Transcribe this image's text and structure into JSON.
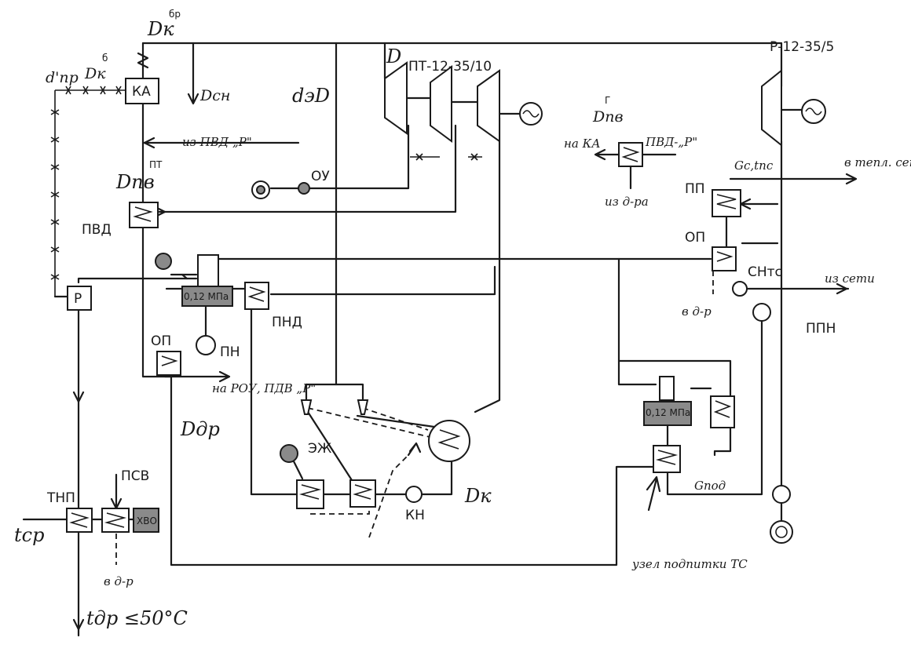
{
  "turbines": {
    "pt": "ПТ-12-35/10",
    "r": "Р-12-35/5"
  },
  "flows": {
    "d_k_br": "Dк",
    "d_k_br_sup": "бр",
    "d_pr": "d'пр",
    "d_k_b": "Dк",
    "d_k_b_sup": "б",
    "d_sn": "Dсн",
    "d_e": "dэD",
    "d_main": "D",
    "d_pv_pt": "Dпв",
    "d_pv_pt_sup": "ПТ",
    "d_pv_r": "Dпв",
    "d_pv_r_sup": "Г",
    "d_dr": "Dдр",
    "d_k": "Dк",
    "g_s": "Gс,tпс",
    "g_pod": "Gпод",
    "t_sr": "tср",
    "t_out": "tдр ≤50°C"
  },
  "equipment": {
    "ka": "КА",
    "ou": "ОУ",
    "pvd": "ПВД",
    "r_box": "Р",
    "deaerator_1": "0,12 МПа",
    "deaerator_2": "0,12 МПа",
    "pn": "ПН",
    "pnd": "ПНД",
    "op_left": "ОП",
    "tnp": "ТНП",
    "psv": "ПСВ",
    "hvo": "ХВО",
    "ej": "ЭЖ",
    "kn": "КН",
    "pp": "ПП",
    "op_right": "ОП",
    "sn": "СНтс",
    "ppn": "ППН",
    "pvd_r": "ПВД-„Р\""
  },
  "notes": {
    "from_pvd_r": "из ПВД-„Р\"",
    "to_ka": "на КА",
    "from_dra": "из д-ра",
    "to_heat_net": "в тепл. сети",
    "from_net": "из сети",
    "to_dr_right": "в д-р",
    "to_rou": "на РОУ, ПДВ „Р\"",
    "to_dr_bottom": "в д-р",
    "makeup_node": "узел подпитки ТС"
  }
}
